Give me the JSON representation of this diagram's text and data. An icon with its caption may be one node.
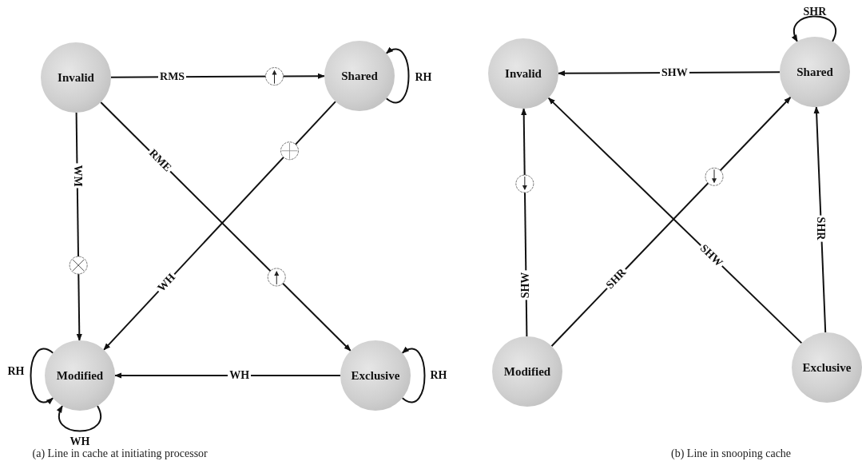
{
  "diagram": {
    "nodes": [
      {
        "text": [
          "Invalid"
        ]
      },
      {
        "text": [
          "Shared"
        ]
      },
      {
        "text": [
          "Modified"
        ]
      },
      {
        "text": [
          "Exclusive"
        ]
      },
      {
        "text": [
          "Invalid"
        ]
      },
      {
        "text": [
          "Shared"
        ]
      },
      {
        "text": [
          "Modified"
        ]
      },
      {
        "text": [
          "Exclusive"
        ]
      }
    ],
    "edges": [
      {
        "from": 0,
        "to": 1,
        "arrow": "to",
        "label": "RMS"
      },
      {
        "from": 0,
        "to": 2,
        "arrow": "to",
        "label": "WM"
      },
      {
        "from": 0,
        "to": 3,
        "arrow": "to",
        "label": "RME"
      },
      {
        "from": 1,
        "to": 2,
        "arrow": "to",
        "label": "WH"
      },
      {
        "from": 3,
        "to": 2,
        "arrow": "to",
        "label": "WH"
      },
      {
        "from": 1,
        "to": 1,
        "arrow": "to",
        "label": "RH"
      },
      {
        "from": 2,
        "to": 2,
        "arrow": "to",
        "label": "RH"
      },
      {
        "from": 2,
        "to": 2,
        "arrow": "to",
        "label": "WH"
      },
      {
        "from": 3,
        "to": 3,
        "arrow": "to",
        "label": "RH"
      },
      {
        "from": 5,
        "to": 4,
        "arrow": "to",
        "label": "SHW"
      },
      {
        "from": 6,
        "to": 4,
        "arrow": "to",
        "label": "SHW"
      },
      {
        "from": 6,
        "to": 5,
        "arrow": "to",
        "label": "SHR"
      },
      {
        "from": 7,
        "to": 4,
        "arrow": "to",
        "label": "SHW"
      },
      {
        "from": 7,
        "to": 5,
        "arrow": "to",
        "label": "SHR"
      },
      {
        "from": 5,
        "to": 5,
        "arrow": "to",
        "label": "SHR"
      }
    ],
    "labels": [
      "(a) Line in cache at initiating processor",
      "(b) Line in snooping cache"
    ]
  }
}
